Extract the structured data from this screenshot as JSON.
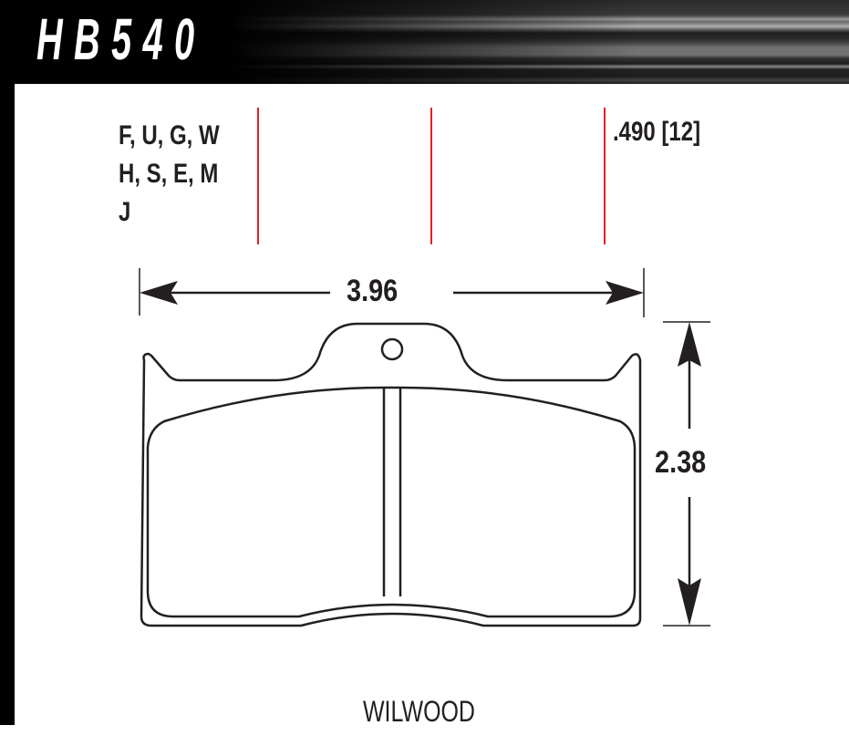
{
  "header": {
    "part_number": "HB540"
  },
  "compound_codes": {
    "line1": "F, U, G, W",
    "line2": "H, S, E, M",
    "line3": "J"
  },
  "thickness": ".490 [12]",
  "dimensions": {
    "width": "3.96",
    "height": "2.38"
  },
  "application": "WILWOOD",
  "colors": {
    "thickness_marker": "#e31e24",
    "outline": "#231f20",
    "header_bg": "#000000"
  }
}
